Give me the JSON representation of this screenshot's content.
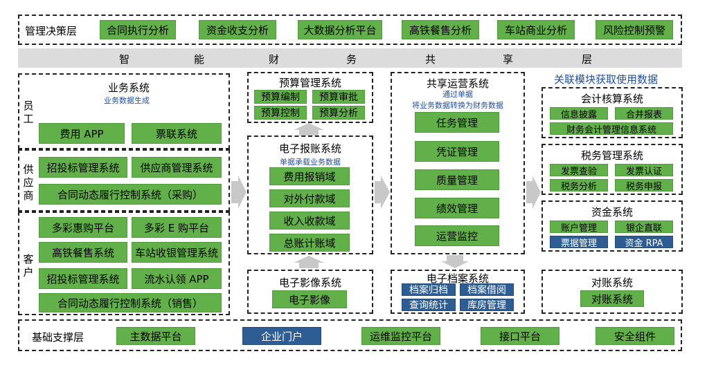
{
  "top": {
    "label": "管理决策层",
    "items": [
      "合同执行分析",
      "资金收支分析",
      "大数据分析平台",
      "高铁餐售分析",
      "车站商业分析",
      "风险控制预警"
    ]
  },
  "band": [
    "智",
    "能",
    "财",
    "务",
    "共",
    "享",
    "层"
  ],
  "business": {
    "title": "业务系统",
    "subtitle": "业务数据生成",
    "employee": {
      "label": "员工",
      "items": [
        "费用 APP",
        "票联系统"
      ]
    },
    "supplier": {
      "label": "供应商",
      "items": [
        "招投标管理系统",
        "供应商管理系统",
        "合同动态履行控制系统（采购）"
      ]
    },
    "customer": {
      "label": "客户",
      "items": [
        "多彩惠购平台",
        "多彩 E 购平台",
        "高铁餐售系统",
        "车站收银管理系统",
        "招投标管理系统",
        "流水认领 APP",
        "合同动态履行控制系统（销售）"
      ]
    }
  },
  "budget": {
    "title": "预算管理系统",
    "items": [
      "预算编制",
      "预算审批",
      "预算控制",
      "预算分析"
    ]
  },
  "reimb": {
    "title": "电子报账系统",
    "subtitle": "单据承载业务数据",
    "items": [
      "费用报销域",
      "对外付款域",
      "收入收款域",
      "总账计账域"
    ]
  },
  "image": {
    "title": "电子影像系统",
    "items": [
      "电子影像"
    ]
  },
  "shared": {
    "title": "共享运营系统",
    "subtitle1": "通过单据",
    "subtitle2": "将业务数据转换为财务数据",
    "items": [
      "任务管理",
      "凭证管理",
      "质量管理",
      "绩效管理",
      "运营监控"
    ]
  },
  "archive": {
    "title": "电子档案系统",
    "items": [
      "档案归档",
      "档案借阅",
      "查询统计",
      "库房管理"
    ]
  },
  "related": {
    "heading": "关联模块获取使用数据"
  },
  "accounting": {
    "title": "会计核算系统",
    "items": [
      "信息披露",
      "合并报表",
      "财务会计管理信息系统"
    ]
  },
  "tax": {
    "title": "税务管理系统",
    "items": [
      "发票查验",
      "发票认证",
      "税务分析",
      "税务申报"
    ]
  },
  "fund": {
    "title": "资金系统",
    "items": [
      "账户管理",
      "银企直联",
      "票据管理",
      "资金 RPA"
    ]
  },
  "recon": {
    "title": "对账系统",
    "items": [
      "对账系统"
    ]
  },
  "base": {
    "label": "基础支撑层",
    "items": [
      "主数据平台",
      "企业门户",
      "运维监控平台",
      "接口平台",
      "安全组件"
    ]
  },
  "colors": {
    "green": "#62b04a",
    "blue": "#2d5d93",
    "band": "#dcdcdc",
    "arrow": "#c8c8c8",
    "accent_text": "#1f4fa0"
  }
}
